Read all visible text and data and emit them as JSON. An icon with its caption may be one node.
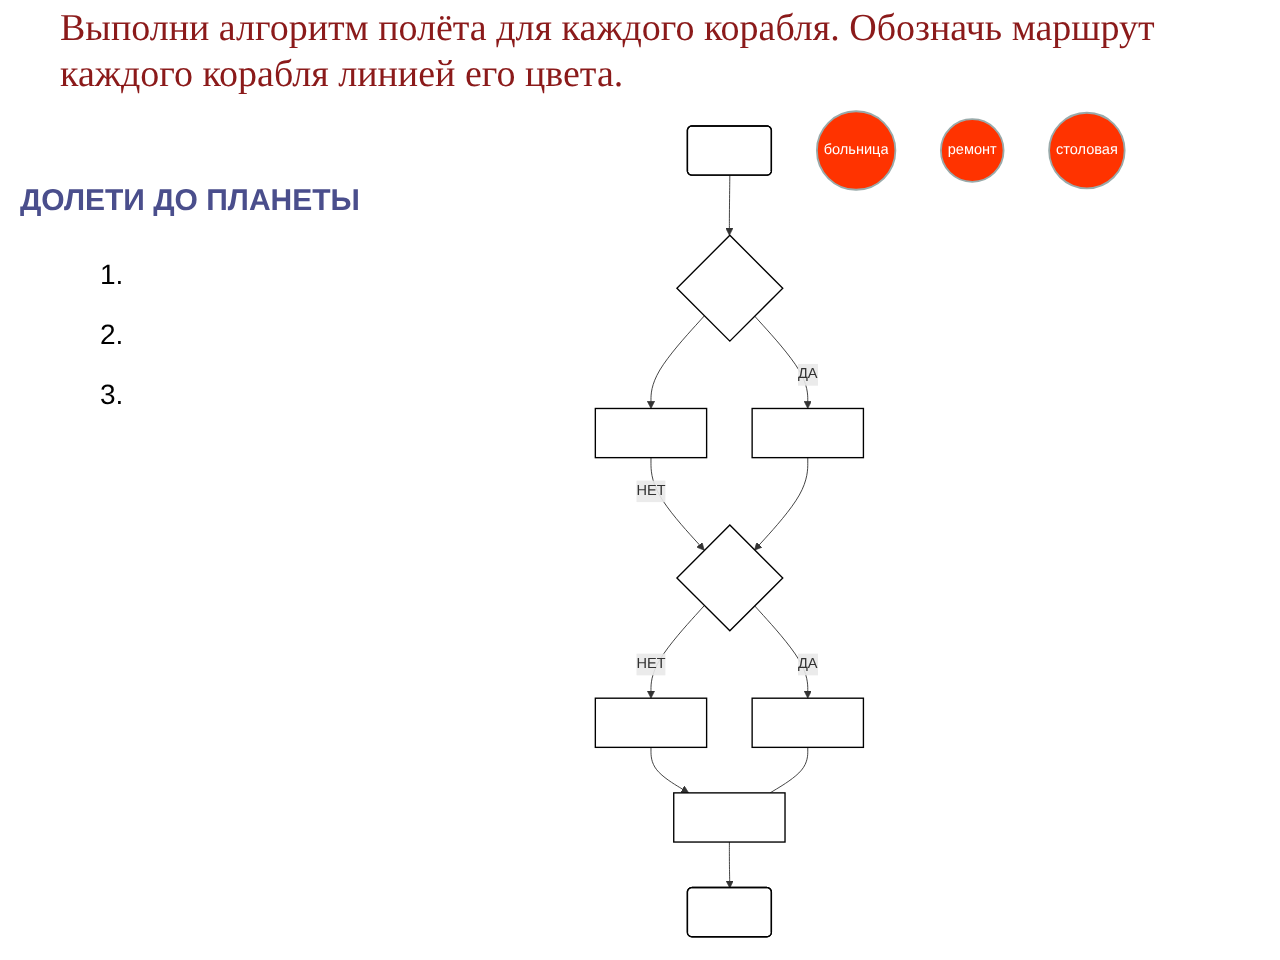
{
  "diagram": {
    "title": "Выполни алгоритм полёта для каждого корабля. Обозначь маршрут каждого корабля линией его цвета.",
    "nodes": [
      {
        "text": [],
        "shape": "box"
      },
      {
        "text": [],
        "shape": "diamond"
      },
      {
        "text": [],
        "shape": "box"
      },
      {
        "text": [],
        "shape": "box"
      },
      {
        "text": [],
        "shape": "diamond"
      },
      {
        "text": [],
        "shape": "box"
      },
      {
        "text": [],
        "shape": "box"
      },
      {
        "text": [],
        "shape": "box"
      },
      {
        "text": [],
        "shape": "box"
      },
      {
        "text": [
          "больница"
        ]
      },
      {
        "text": [
          "ремонт"
        ]
      },
      {
        "text": [
          "столовая"
        ]
      }
    ],
    "edges": [
      {
        "from": 0,
        "to": 1,
        "arrow": "to"
      },
      {
        "from": 1,
        "to": 2,
        "arrow": "to",
        "label": "ДА"
      },
      {
        "from": 1,
        "to": 3,
        "arrow": "to"
      },
      {
        "from": 3,
        "to": 4,
        "arrow": "to",
        "label": "НЕТ"
      },
      {
        "from": 2,
        "to": 4,
        "arrow": "to"
      },
      {
        "from": 4,
        "to": 5,
        "arrow": "to",
        "label": "ДА"
      },
      {
        "from": 4,
        "to": 6,
        "arrow": "to",
        "label": "НЕТ"
      },
      {
        "from": 6,
        "to": 7,
        "arrow": "to"
      },
      {
        "from": 7,
        "to": 8,
        "arrow": "to"
      },
      {
        "from": 5,
        "to": 7,
        "arrow": "none"
      }
    ],
    "labels": [
      "ДОЛЕТИ ДО ПЛАНЕТЫ",
      "1.",
      "2.",
      "3."
    ]
  }
}
